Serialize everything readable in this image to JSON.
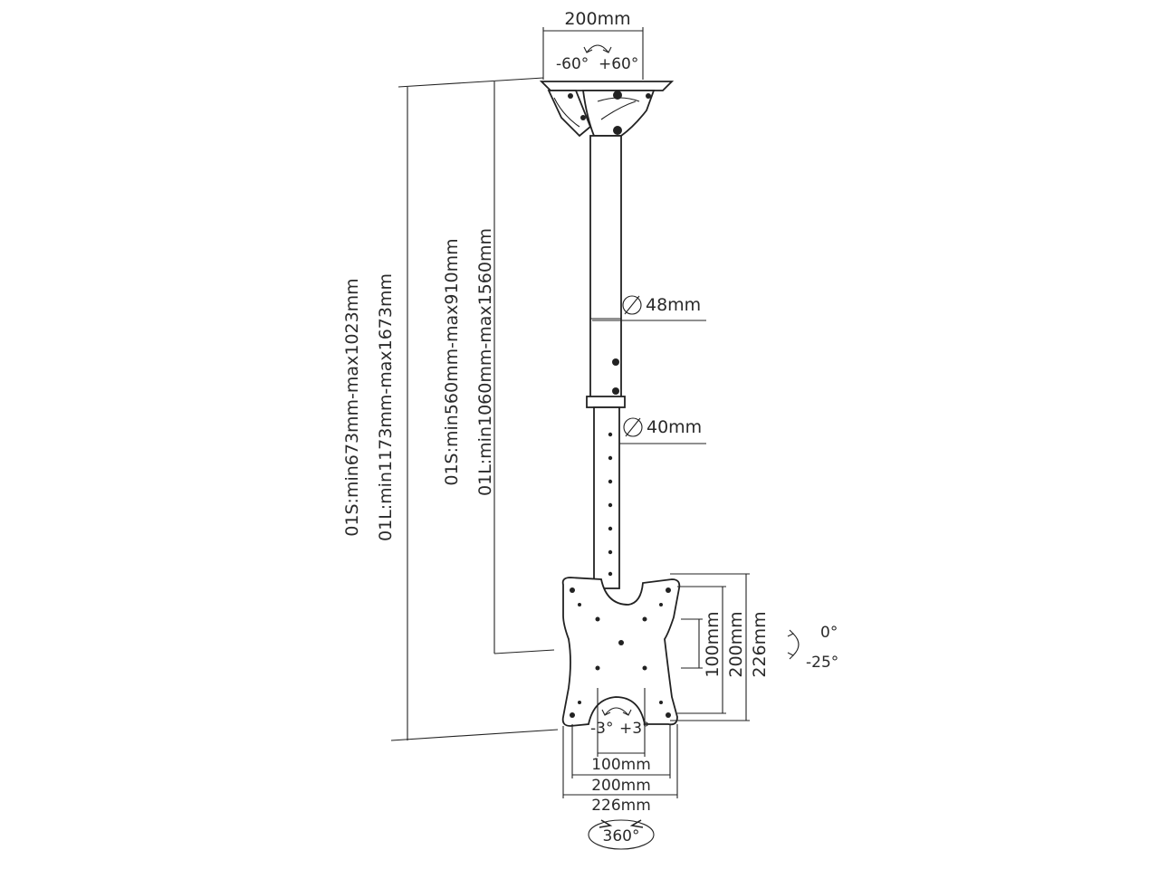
{
  "ceiling_plate": {
    "width_label": "200mm",
    "swivel_left_label": "-60°",
    "swivel_right_label": "+60°"
  },
  "overall_height": {
    "short_label": "01S:min673mm-max1023mm",
    "long_label": "01L:min1173mm-max1673mm"
  },
  "pole_length": {
    "short_label": "01S:min560mm-max910mm",
    "long_label": "01L:min1060mm-max1560mm"
  },
  "tubes": {
    "outer_diameter_label": "48mm",
    "inner_diameter_label": "40mm"
  },
  "vesa_plate": {
    "vertical_small_label": "100mm",
    "vertical_medium_label": "200mm",
    "vertical_large_label": "226mm",
    "horizontal_small_label": "100mm",
    "horizontal_medium_label": "200mm",
    "horizontal_large_label": "226mm",
    "tilt_top_label": "0°",
    "tilt_bottom_label": "-25°",
    "rotate_left_label": "-3°",
    "rotate_right_label": "+3°",
    "pan_label": "360°"
  }
}
